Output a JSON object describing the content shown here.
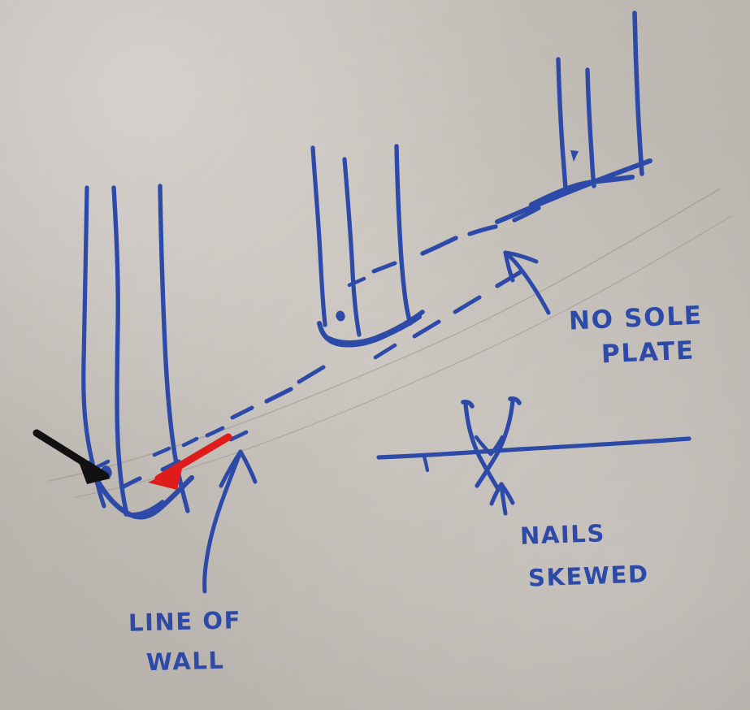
{
  "image": {
    "title": "Hand-drawn wall framing inspection sketch",
    "medium": "blue ballpoint marker on light grey paper",
    "background_color": "#cbc5bf",
    "ink_color": "#2d4aa8",
    "pencil_guide_color": "#8e8880",
    "annotation_arrow_colors": {
      "black": "#111111",
      "red": "#e01b1b"
    }
  },
  "annotations": {
    "no_sole_plate": {
      "line1": "NO SOLE",
      "line2": "PLATE",
      "arrow_name": "no-sole-plate-arrow",
      "arrow_points_to": "dashed line where sole plate should be"
    },
    "nails_skewed": {
      "line1": "NAILS",
      "line2": "SKEWED",
      "arrow_name": "nails-skewed-arrow",
      "arrow_points_to": "crossed nails in detail sketch"
    },
    "line_of_wall": {
      "line1": "LINE OF",
      "line2": "WALL",
      "arrow_name": "line-of-wall-arrow",
      "arrow_points_to": "dashed wall line at base of studs"
    }
  },
  "pointers": [
    {
      "name": "black-pointer-arrow",
      "color": "#111111",
      "direction": "down-right",
      "target": "nail head at base of left stud group"
    },
    {
      "name": "red-pointer-arrow",
      "color": "#e01b1b",
      "direction": "down-left",
      "target": "missing sole plate at base of left stud group"
    }
  ],
  "drawing": {
    "stud_groups": [
      {
        "name": "stud-group-left",
        "stud_count": 3,
        "has_base": true,
        "has_nail_head_dot": true
      },
      {
        "name": "stud-group-middle",
        "stud_count": 3,
        "has_base": true,
        "has_nail_head_dot": true
      },
      {
        "name": "stud-group-right",
        "stud_count": 3,
        "has_base": true,
        "has_nail_head_dot": true
      }
    ],
    "wall_line": {
      "name": "dashed-wall-line",
      "style": "dashed",
      "count": 2,
      "description": "two parallel dashed lines running up to the right marking the line of wall"
    },
    "nail_detail": {
      "name": "nail-detail-sketch",
      "description": "horizontal plate line with two skewed nails crossing in an X below it",
      "nail_count": 2
    }
  }
}
